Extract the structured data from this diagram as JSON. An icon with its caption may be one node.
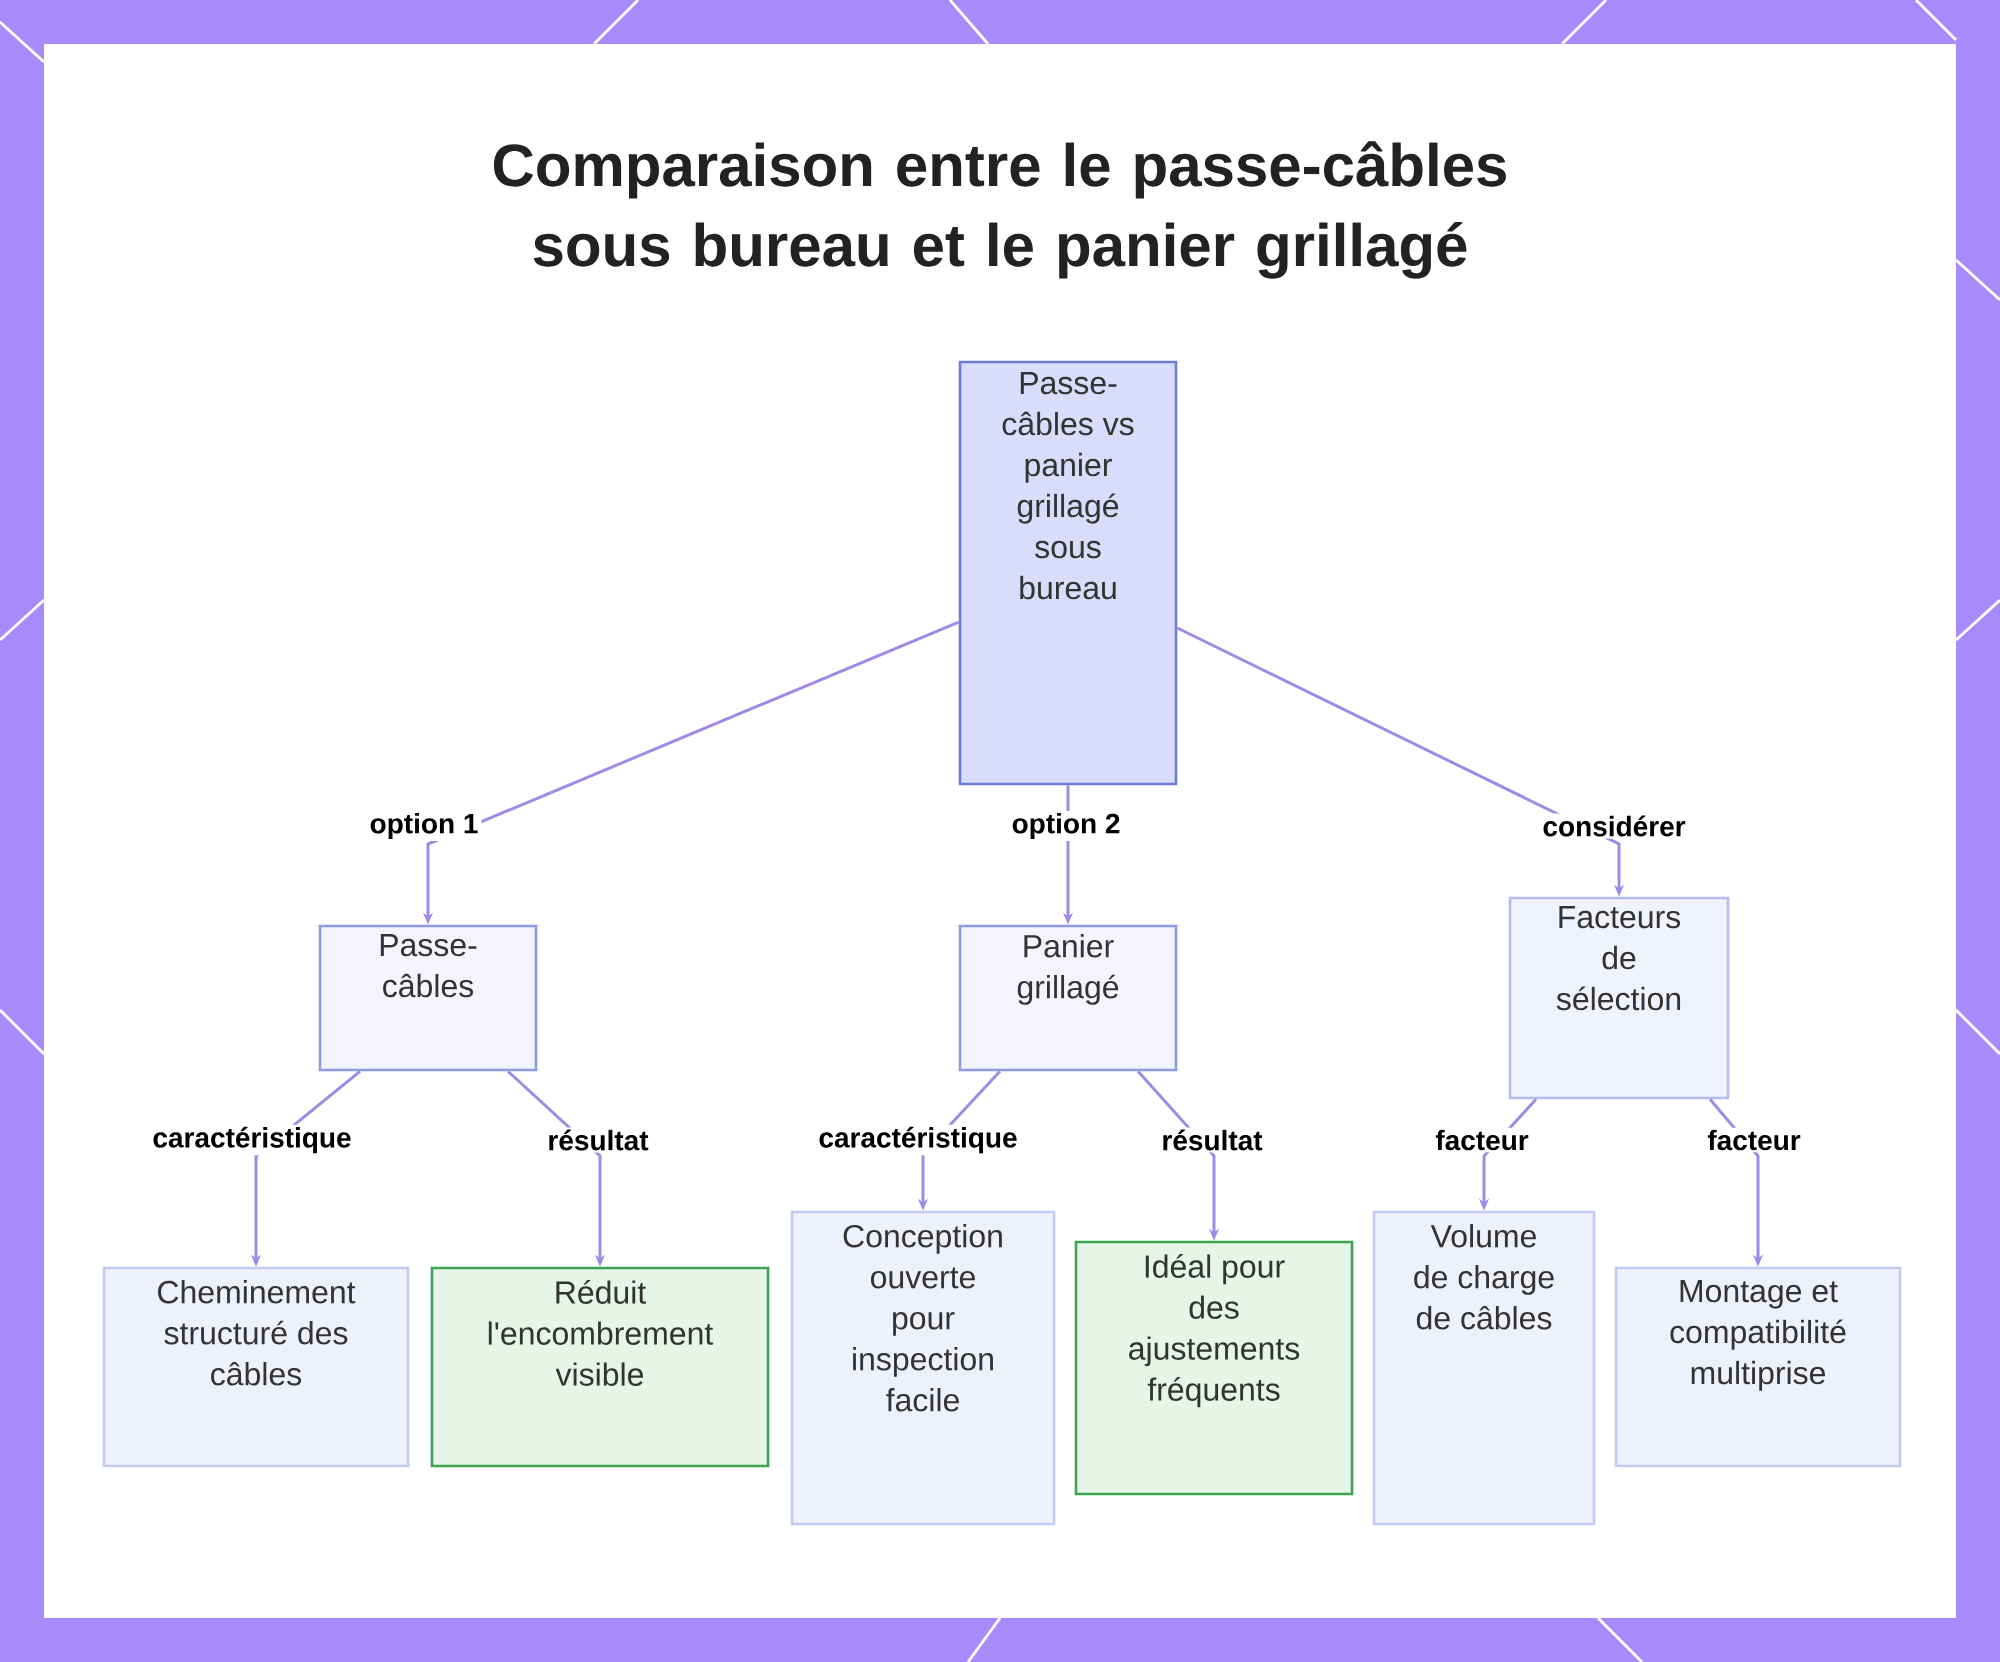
{
  "diagram": {
    "title": "Comparaison entre le passe-câbles sous bureau et le panier grillagé",
    "nodes": [
      {
        "text": [
          "Passe-câbles vs panier grillagé sous bureau"
        ]
      },
      {
        "text": [
          "Passe-câbles"
        ]
      },
      {
        "text": [
          "Panier grillagé"
        ]
      },
      {
        "text": [
          "Facteurs de sélection"
        ]
      },
      {
        "text": [
          "Cheminement structuré des câbles"
        ]
      },
      {
        "text": [
          "Réduit l'encombrement visible"
        ]
      },
      {
        "text": [
          "Conception ouverte pour inspection facile"
        ]
      },
      {
        "text": [
          "Idéal pour des ajustements fréquents"
        ]
      },
      {
        "text": [
          "Volume de charge de câbles"
        ]
      },
      {
        "text": [
          "Montage et compatibilité multiprise"
        ]
      }
    ],
    "edges": [
      {
        "from": 0,
        "to": 1,
        "arrow": "to",
        "label": "option 1"
      },
      {
        "from": 0,
        "to": 2,
        "arrow": "to",
        "label": "option 2"
      },
      {
        "from": 0,
        "to": 3,
        "arrow": "to",
        "label": "considérer"
      },
      {
        "from": 1,
        "to": 4,
        "arrow": "to",
        "label": "caractéristique"
      },
      {
        "from": 1,
        "to": 5,
        "arrow": "to",
        "label": "résultat"
      },
      {
        "from": 2,
        "to": 6,
        "arrow": "to",
        "label": "caractéristique"
      },
      {
        "from": 2,
        "to": 7,
        "arrow": "to",
        "label": "résultat"
      },
      {
        "from": 3,
        "to": 8,
        "arrow": "to",
        "label": "facteur"
      },
      {
        "from": 3,
        "to": 9,
        "arrow": "to",
        "label": "facteur"
      }
    ]
  }
}
